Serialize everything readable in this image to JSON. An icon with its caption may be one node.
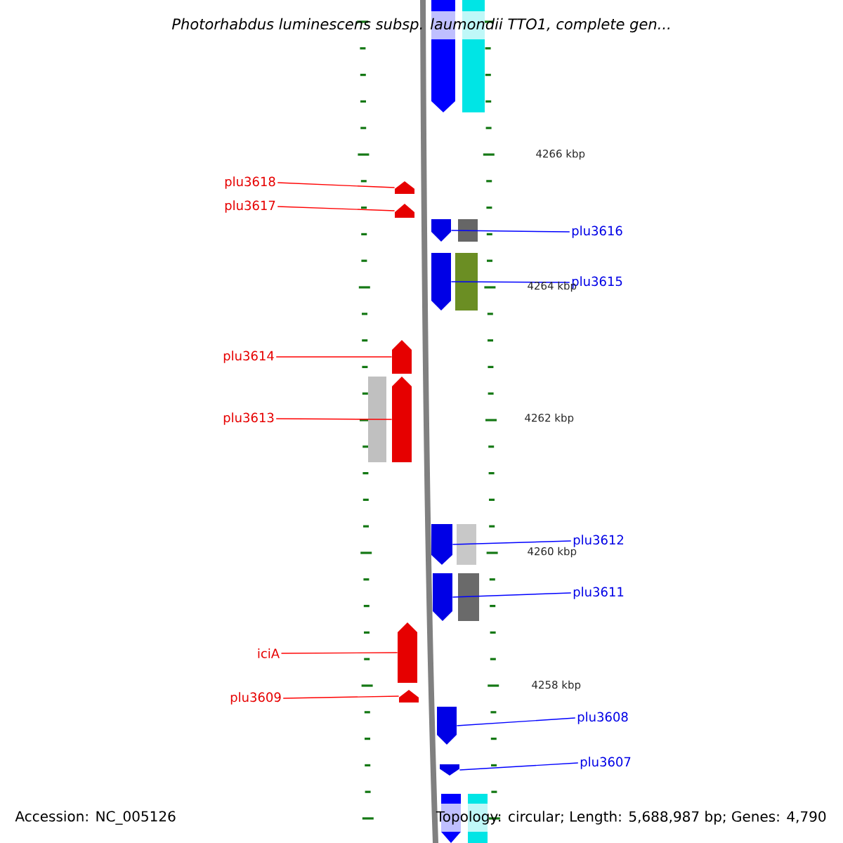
{
  "diagram": {
    "title": "Photorhabdus luminescens subsp. laumondii TTO1, complete gen...",
    "nodes": [
      {
        "text": [
          "plu3618"
        ]
      },
      {
        "text": [
          "plu3617"
        ]
      },
      {
        "text": [
          "plu3616"
        ]
      },
      {
        "text": [
          "plu3615"
        ]
      },
      {
        "text": [
          "plu3614"
        ]
      },
      {
        "text": [
          "plu3613"
        ]
      },
      {
        "text": [
          "plu3612"
        ]
      },
      {
        "text": [
          "plu3611"
        ]
      },
      {
        "text": [
          "iciA"
        ]
      },
      {
        "text": [
          "plu3609"
        ]
      },
      {
        "text": [
          "plu3608"
        ]
      },
      {
        "text": [
          "plu3607"
        ]
      },
      {
        "text": [],
        "shape": "pentagon"
      },
      {
        "text": [],
        "shape": "pentagon"
      },
      {
        "text": [],
        "shape": "pentagon"
      },
      {
        "text": [],
        "shape": "pentagon"
      },
      {
        "text": [],
        "shape": "pentagon"
      },
      {
        "text": [],
        "shape": "pentagon"
      },
      {
        "text": [],
        "shape": "pentagon"
      },
      {
        "text": [],
        "shape": "pentagon"
      },
      {
        "text": [],
        "shape": "pentagon"
      },
      {
        "text": [],
        "shape": "pentagon"
      },
      {
        "text": [],
        "shape": "pentagon"
      },
      {
        "text": [],
        "shape": "pentagon"
      }
    ],
    "edges": [
      {
        "from": 0,
        "to": 12,
        "arrow": "none",
        "color": "#ff0000"
      },
      {
        "from": 1,
        "to": 13,
        "arrow": "none",
        "color": "#ff0000"
      },
      {
        "from": 2,
        "to": 14,
        "arrow": "none",
        "color": "#0000ff"
      },
      {
        "from": 3,
        "to": 15,
        "arrow": "none",
        "color": "#0000ff"
      },
      {
        "from": 4,
        "to": 16,
        "arrow": "none",
        "color": "#ff0000"
      },
      {
        "from": 5,
        "to": 17,
        "arrow": "none",
        "color": "#ff0000"
      },
      {
        "from": 6,
        "to": 18,
        "arrow": "none",
        "color": "#0000ff"
      },
      {
        "from": 7,
        "to": 19,
        "arrow": "none",
        "color": "#0000ff"
      },
      {
        "from": 8,
        "to": 20,
        "arrow": "none",
        "color": "#ff0000"
      },
      {
        "from": 9,
        "to": 21,
        "arrow": "none",
        "color": "#ff0000"
      },
      {
        "from": 10,
        "to": 22,
        "arrow": "none",
        "color": "#0000ff"
      },
      {
        "from": 11,
        "to": 23,
        "arrow": "none",
        "color": "#0000ff"
      }
    ],
    "labels": [
      "4266 kbp",
      "4264 kbp",
      "4262 kbp",
      "4260 kbp",
      "4258 kbp",
      "Accession: NC_005126",
      "Topology: circular; Length: 5,688,987 bp; Genes: 4,790"
    ]
  }
}
